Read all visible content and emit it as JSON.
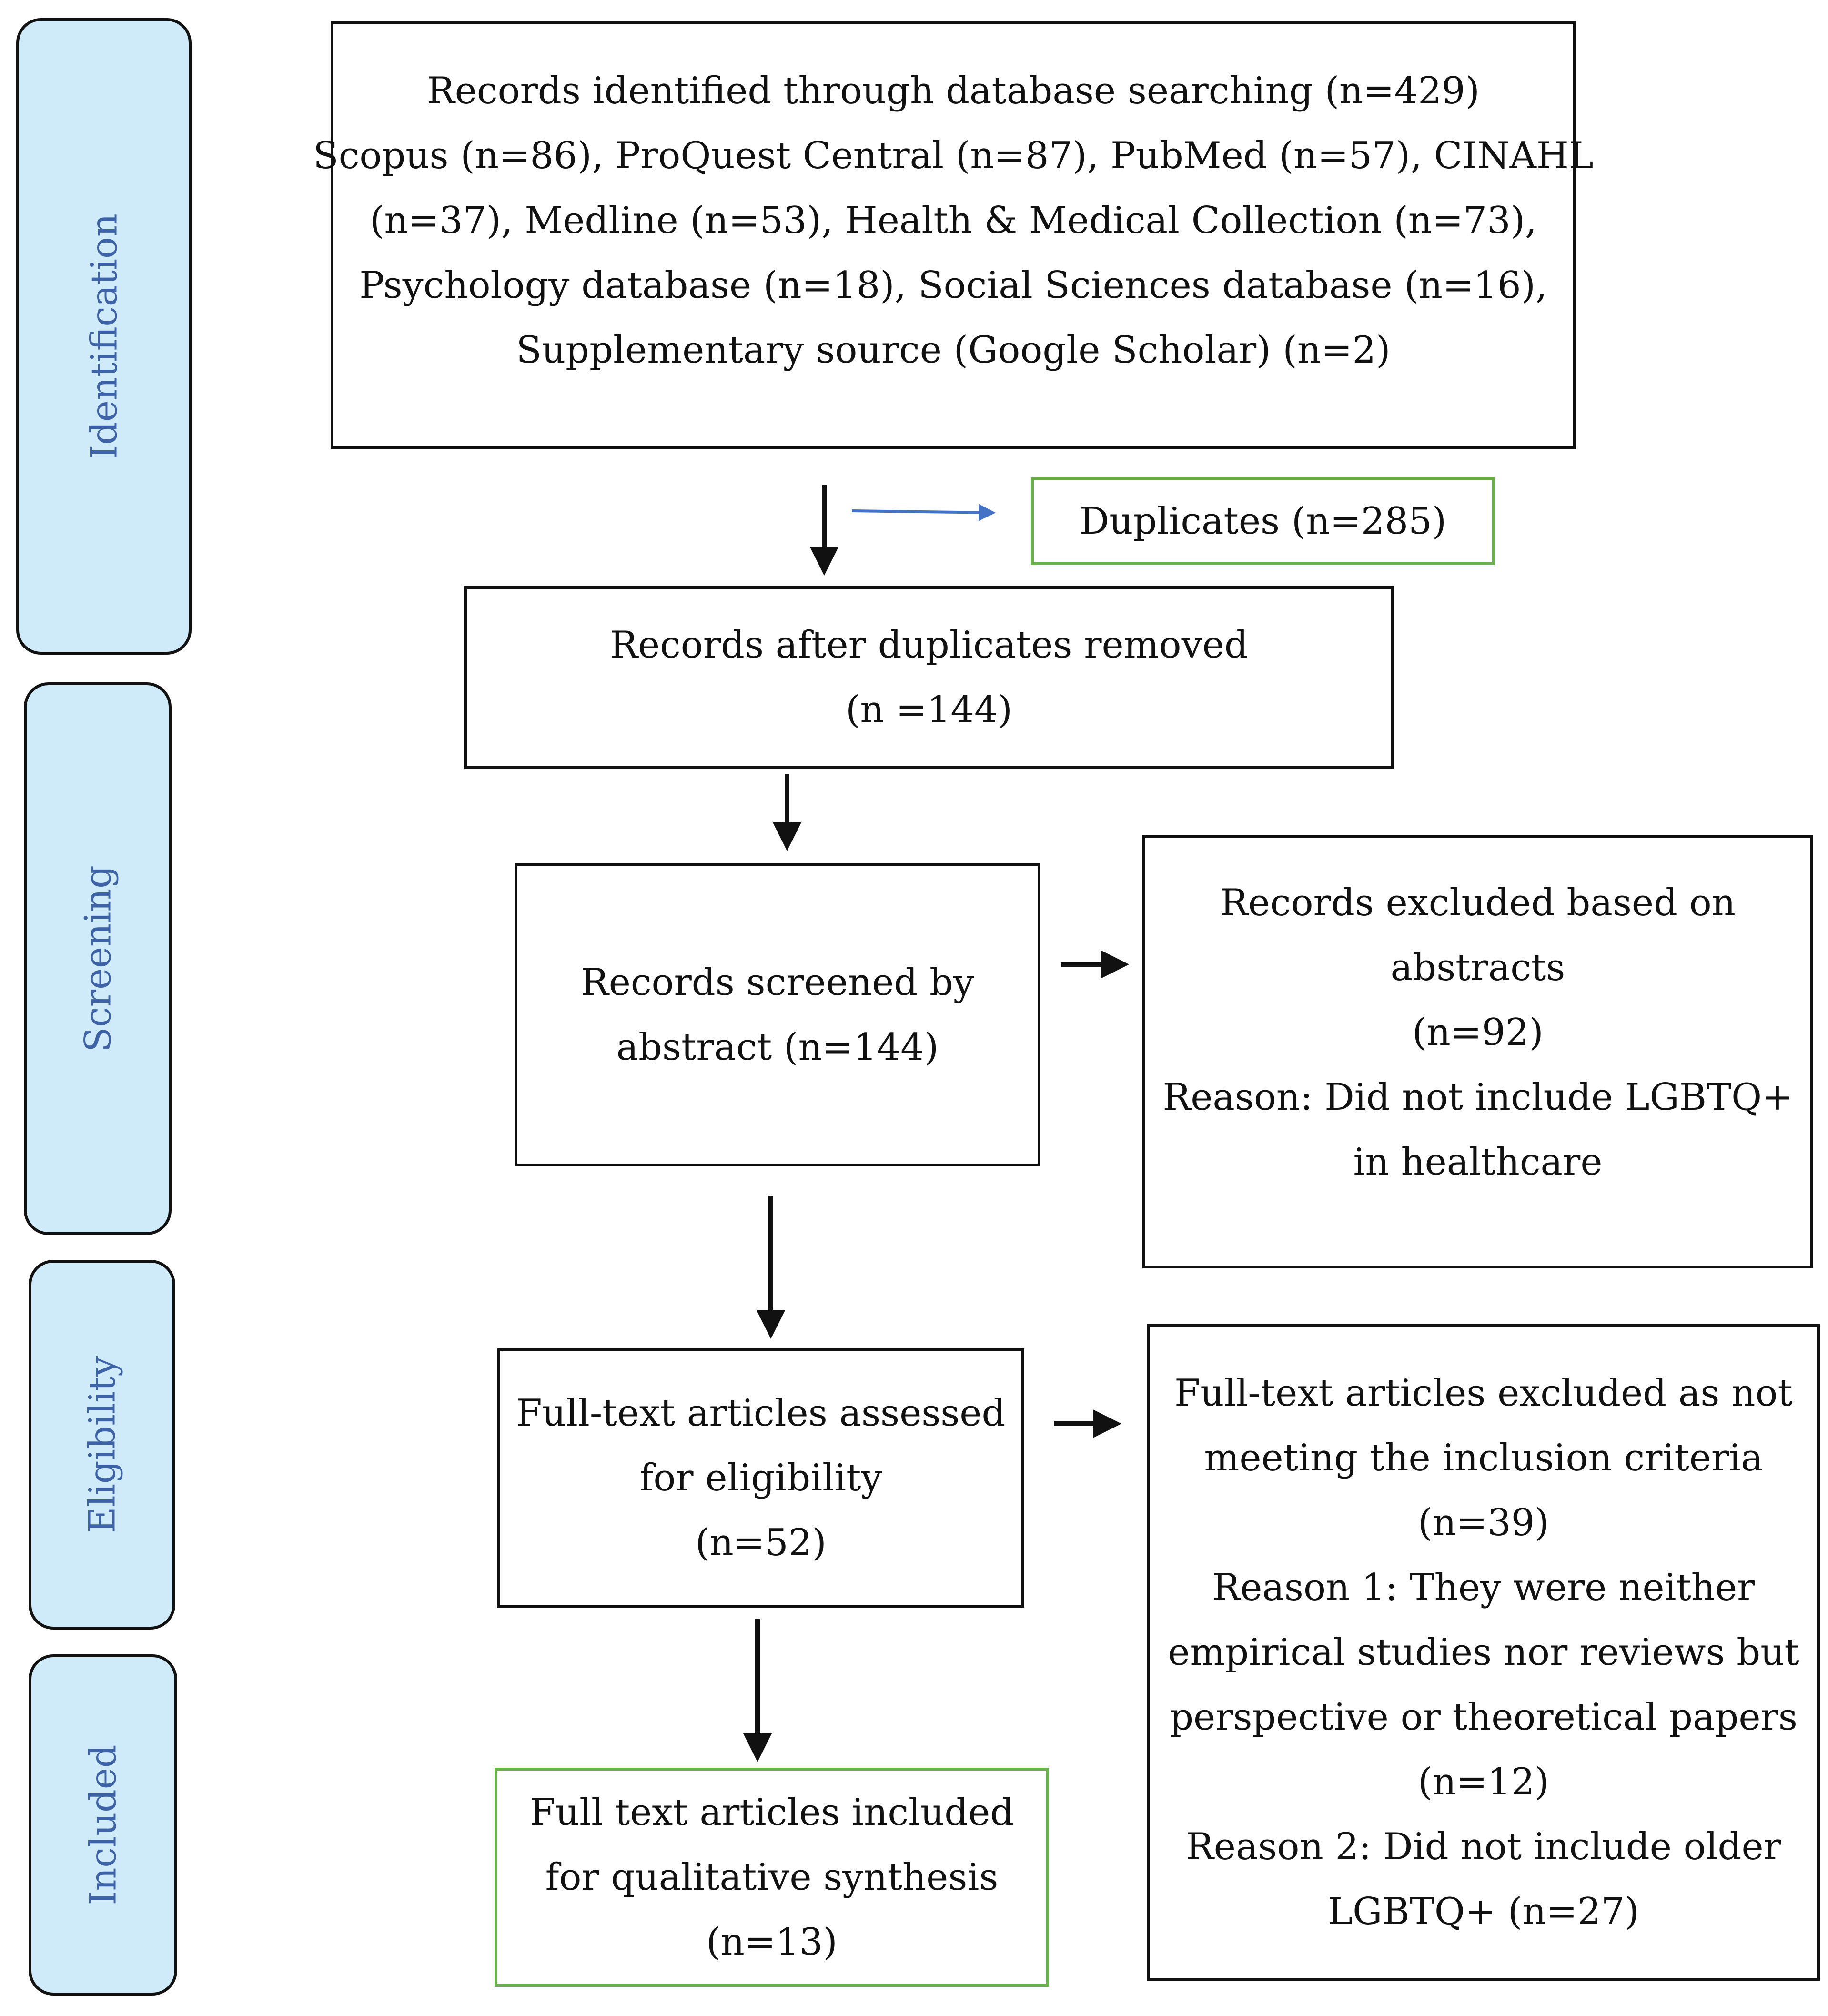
{
  "phases": {
    "identification": "Identification",
    "screening": "Screening",
    "eligibility": "Eligibility",
    "included": "Included"
  },
  "boxes": {
    "identified": {
      "lines": [
        "Records identified through database searching (n=429)",
        "Scopus (n=86), ProQuest Central (n=87), PubMed (n=57), CINAHL",
        "(n=37), Medline (n=53), Health & Medical Collection (n=73),",
        "Psychology database (n=18), Social Sciences database (n=16),",
        "Supplementary source (Google Scholar) (n=2)"
      ]
    },
    "duplicates": {
      "lines": [
        "Duplicates (n=285)"
      ]
    },
    "after_duplicates": {
      "lines": [
        "Records after duplicates removed",
        "(n =144)"
      ]
    },
    "screened": {
      "lines": [
        "Records screened by",
        "abstract (n=144)"
      ]
    },
    "excluded_abstracts": {
      "lines": [
        "Records excluded based on",
        "abstracts",
        "(n=92)",
        "Reason: Did not include LGBTQ+",
        "in healthcare"
      ]
    },
    "fulltext_assessed": {
      "lines": [
        "Full-text articles assessed",
        "for eligibility",
        "(n=52)"
      ]
    },
    "fulltext_excluded": {
      "lines": [
        "Full-text articles excluded as not",
        "meeting the inclusion criteria",
        "(n=39)",
        "Reason 1: They were neither",
        "empirical studies nor reviews but",
        "perspective or theoretical papers",
        "(n=12)",
        "Reason 2: Did not include older",
        "LGBTQ+ (n=27)"
      ]
    },
    "included": {
      "lines": [
        "Full text articles included",
        "for qualitative synthesis",
        "(n=13)"
      ]
    }
  },
  "colors": {
    "phase_fill": "#cfeaf9",
    "phase_text": "#3d63a6",
    "highlight_border": "#6ab04c",
    "duplicate_arrow": "#4472c4",
    "ink": "#111111"
  }
}
